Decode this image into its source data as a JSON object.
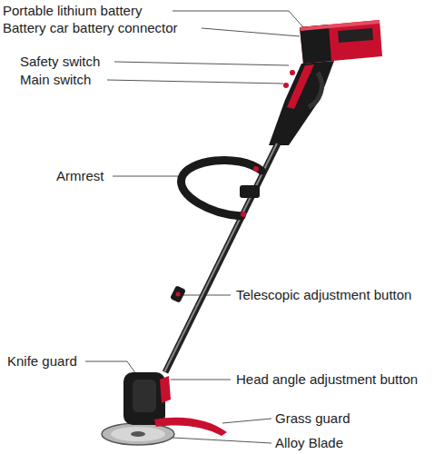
{
  "diagram": {
    "labels": [
      "Portable lithium battery",
      "Battery car battery connector",
      "Safety switch",
      "Main switch",
      "Armrest",
      "Telescopic adjustment button",
      "Knife guard",
      "Head angle adjustment button",
      "Grass guard",
      "Alloy Blade"
    ]
  }
}
